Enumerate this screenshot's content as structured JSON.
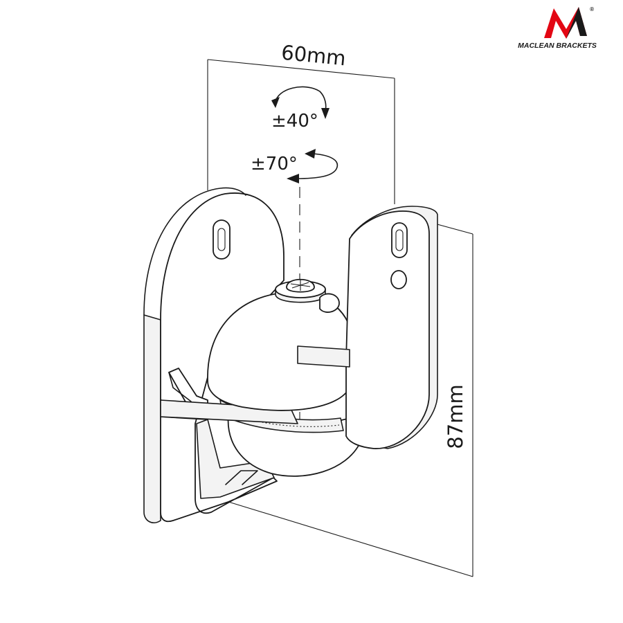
{
  "brand": {
    "name": "MACLEAN BRACKETS",
    "mark": "M",
    "registered": "®",
    "accent_color": "#e30613"
  },
  "dimensions": {
    "width_label": "60mm",
    "height_label": "87mm"
  },
  "rotation": {
    "tilt_label": "±40°",
    "swivel_label": "±70°"
  }
}
